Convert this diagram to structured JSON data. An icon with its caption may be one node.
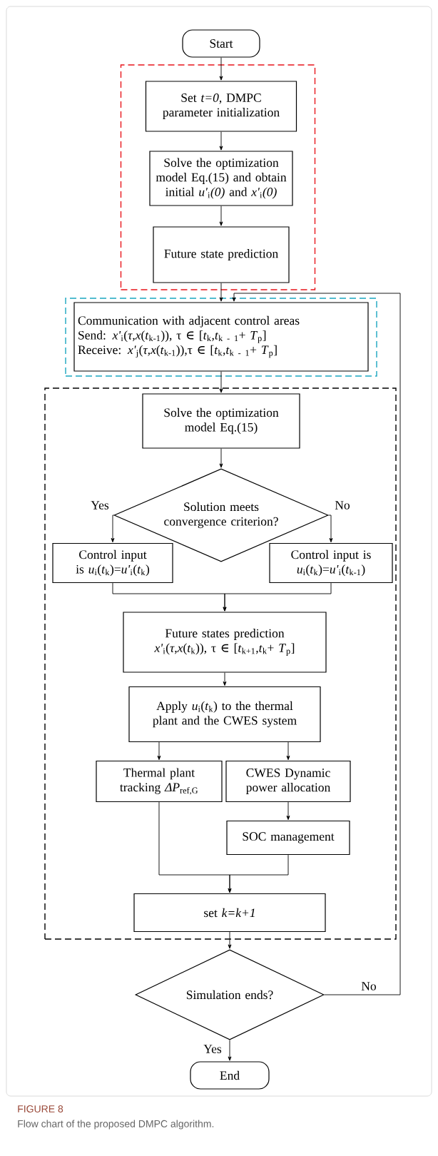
{
  "diagram": {
    "caption": "Flow chart of the proposed DMPC algorithm.",
    "nodes": [
      {
        "text": [
          "Start"
        ]
      },
      {
        "text": [],
        "shape": "box"
      },
      {
        "text": [
          "Set *t=0*, DMPC parameter initialization"
        ],
        "in": 1
      },
      {
        "text": [
          "Solve the optimization model Eq.(15) and obtain initial *u'*$_{i}$*(0)* and *x'*$_{i}$*(0)*"
        ],
        "in": 1
      },
      {
        "text": [
          "Future state prediction"
        ],
        "in": 1
      },
      {
        "text": [],
        "shape": "box"
      },
      {
        "text": [
          "Communication with adjacent control areas",
          "Send: *x'*$_{i}$(*τ*,*x*(*t*$_{k-1}$)), τ ∈ [*t*$_{k}$,*t*$_{k - 1}$+ *T*$_{p}$]",
          "Receive: *x'*$_{j}$(*τ*,*x*(*t*$_{k-1}$)),τ ∈ [*t*$_{k}$,*t*$_{k - 1}$+ *T*$_{p}$]"
        ],
        "in": 5
      },
      {
        "text": [],
        "shape": "box"
      },
      {
        "text": [
          "Solve the optimization model Eq.(15)"
        ],
        "in": 7
      },
      {
        "text": [
          "Solution meets convergence criterion?"
        ],
        "in": 7
      },
      {
        "text": [
          "Control input is *u*$_{i}$(*t*$_{k}$)=*u'*$_{i}$(*t*$_{k}$)"
        ],
        "in": 7
      },
      {
        "text": [
          "Control input is *u*$_{i}$(*t*$_{k}$)=*u'*$_{i}$(*t*$_{k-1}$)"
        ],
        "in": 7
      },
      {
        "text": [
          "Future states prediction",
          "*x'*$_{i}$(*τ*,*x*(*t*$_{k}$)), τ ∈ [*t*$_{k+1}$,*t*$_{k}$+ *T*$_{p}$]"
        ],
        "in": 7
      },
      {
        "text": [
          "Apply *u*$_{i}$(*t*$_{k}$) to the thermal plant and the CWES system"
        ],
        "in": 7
      },
      {
        "text": [
          "Thermal plant tracking *ΔP*$_{ref,G}$"
        ],
        "in": 7
      },
      {
        "text": [
          "CWES Dynamic power allocation"
        ],
        "in": 7
      },
      {
        "text": [
          "SOC management"
        ],
        "in": 7
      },
      {
        "text": [
          "set *k=k+1*"
        ],
        "in": 7
      },
      {
        "text": [
          "Simulation ends?"
        ]
      },
      {
        "text": [
          "End"
        ]
      }
    ],
    "edges": [
      {
        "from": 0,
        "to": 2,
        "arrow": "to"
      },
      {
        "from": 2,
        "to": 3,
        "arrow": "to"
      },
      {
        "from": 3,
        "to": 4,
        "arrow": "to"
      },
      {
        "from": 4,
        "to": 6,
        "arrow": "to"
      },
      {
        "from": 6,
        "to": 8,
        "arrow": "to"
      },
      {
        "from": 8,
        "to": 9,
        "arrow": "to"
      },
      {
        "from": 9,
        "to": 10,
        "arrow": "to",
        "label": "Yes"
      },
      {
        "from": 9,
        "to": 11,
        "arrow": "to",
        "label": "No"
      },
      {
        "from": 10,
        "to": 12,
        "arrow": "to"
      },
      {
        "from": 11,
        "to": 12,
        "arrow": "to"
      },
      {
        "from": 12,
        "to": 13,
        "arrow": "to"
      },
      {
        "from": 13,
        "to": 14,
        "arrow": "to"
      },
      {
        "from": 13,
        "to": 15,
        "arrow": "to"
      },
      {
        "from": 15,
        "to": 16,
        "arrow": "to"
      },
      {
        "from": 14,
        "to": 17,
        "arrow": "to"
      },
      {
        "from": 16,
        "to": 17,
        "arrow": "to"
      },
      {
        "from": 17,
        "to": 18,
        "arrow": "to"
      },
      {
        "from": 18,
        "to": 19,
        "arrow": "to",
        "label": "Yes"
      },
      {
        "from": 18,
        "to": 6,
        "arrow": "to",
        "label": "No"
      }
    ],
    "labels": [
      "FIGURE 8"
    ]
  }
}
